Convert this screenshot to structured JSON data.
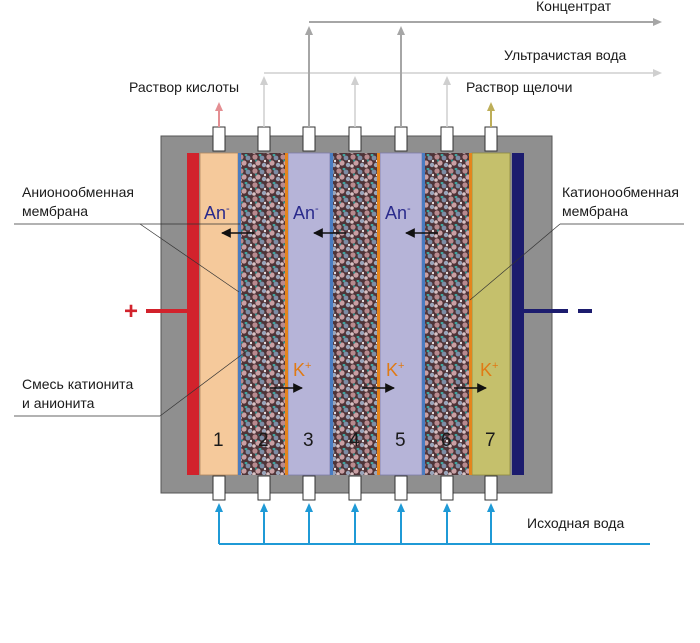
{
  "labels": {
    "concentrate": "Концентрат",
    "ultrapure_water": "Ультрачистая вода",
    "acid_solution": "Раствор кислоты",
    "alkali_solution": "Раствор щелочи",
    "anion_membrane_line1": "Анионообменная",
    "anion_membrane_line2": "мембрана",
    "cation_membrane_line1": "Катионообменная",
    "cation_membrane_line2": "мембрана",
    "mix_line1": "Смесь катионита",
    "mix_line2": "и анионита",
    "source_water": "Исходная вода"
  },
  "electrodes": {
    "anode_sign": "+",
    "cathode_sign": "–"
  },
  "ions": {
    "anion": "An",
    "anion_charge": "-",
    "cation": "K",
    "cation_charge": "+"
  },
  "compartments": [
    "1",
    "2",
    "3",
    "4",
    "5",
    "6",
    "7"
  ],
  "colors": {
    "housing": "#8f8f8f",
    "anode": "#d2222c",
    "cathode": "#1c1c6e",
    "acid_chamber": "#f5c99b",
    "resin_chamber": "#5b3b3f",
    "concentrate_chamber": "#b6b4d8",
    "alkali_chamber": "#c5c06c",
    "anion_membrane": "#4a7cc1",
    "cation_membrane": "#e4841c",
    "feed_arrow": "#1f9ad6",
    "acid_arrow": "#e48f93",
    "alkali_arrow": "#bdae58",
    "product_arrow": "#a6a6a6",
    "ion_anion": "#2a2a8c",
    "ion_cation": "#e07a14"
  }
}
